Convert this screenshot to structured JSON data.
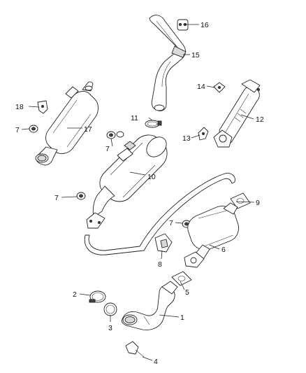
{
  "diagram": {
    "callouts": {
      "c1": "1",
      "c2": "2",
      "c3": "3",
      "c4": "4",
      "c5": "5",
      "c6": "6",
      "c7a": "7",
      "c7b": "7",
      "c7c": "7",
      "c7d": "7",
      "c8": "8",
      "c9": "9",
      "c10": "10",
      "c11": "11",
      "c12": "12",
      "c13": "13",
      "c14": "14",
      "c15": "15",
      "c16": "16",
      "c17": "17",
      "c18": "18"
    }
  }
}
